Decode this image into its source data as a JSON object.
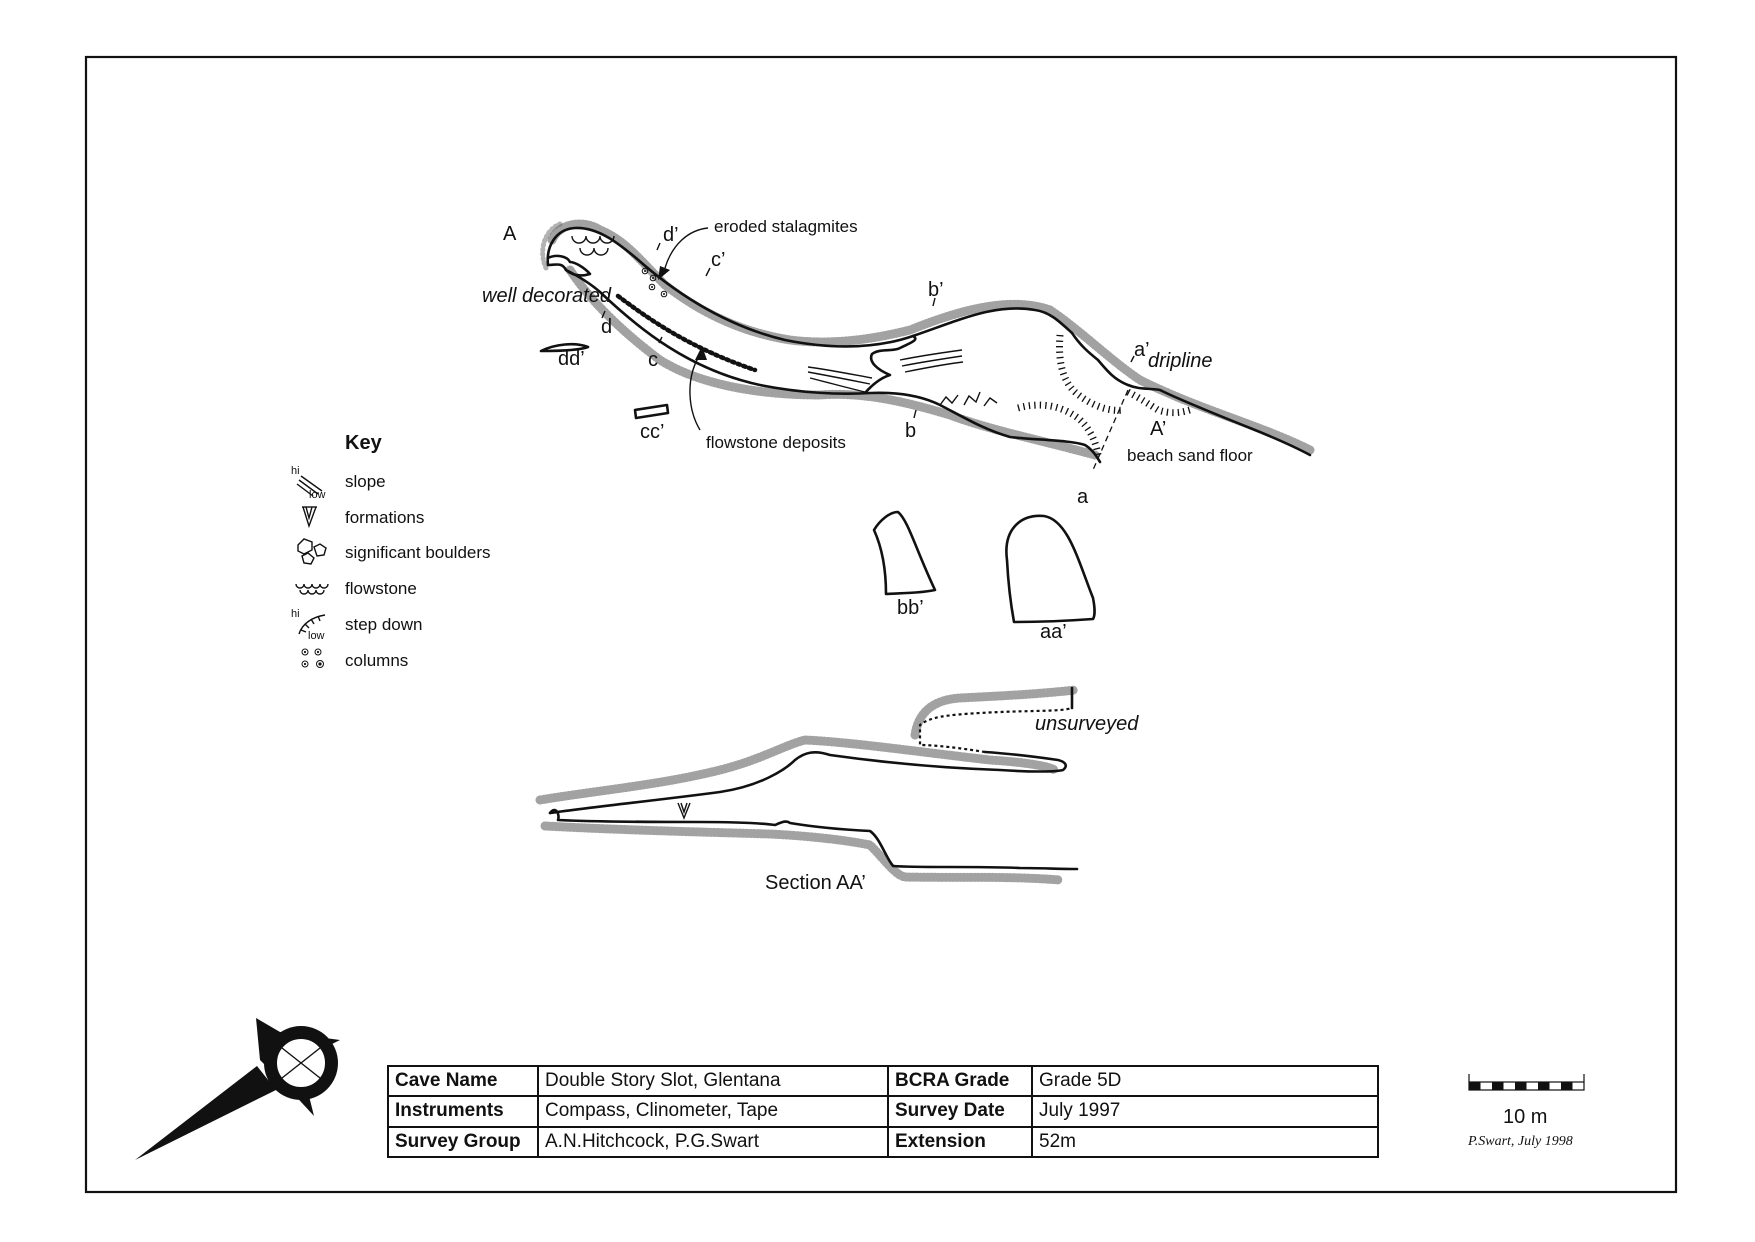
{
  "plan_labels": {
    "entrance_a": "A",
    "entrance_a_prime": "A’",
    "d_prime": "d’",
    "d": "d",
    "c_prime": "c’",
    "c": "c",
    "b_prime": "b’",
    "b": "b",
    "a_prime": "a’",
    "eroded_stalagmites": "eroded stalagmites",
    "well_decorated": "well decorated",
    "flowstone_deposits": "flowstone deposits",
    "dripline": "dripline",
    "beach_sand_floor": "beach sand floor"
  },
  "cross_sections": {
    "dd": "dd’",
    "cc": "cc’",
    "bb": "bb’",
    "aa": "aa’",
    "a_top": "a"
  },
  "section": {
    "title": "Section AA’",
    "unsurveyed": "unsurveyed"
  },
  "key": {
    "title": "Key",
    "hi": "hi",
    "low": "low",
    "items": [
      {
        "icon": "slope-icon",
        "label": "slope"
      },
      {
        "icon": "formations-icon",
        "label": "formations"
      },
      {
        "icon": "boulders-icon",
        "label": "significant boulders"
      },
      {
        "icon": "flowstone-icon",
        "label": "flowstone"
      },
      {
        "icon": "step-down-icon",
        "label": "step down"
      },
      {
        "icon": "columns-icon",
        "label": "columns"
      }
    ]
  },
  "info_table": {
    "rows": [
      {
        "label1": "Cave Name",
        "value1": "Double Story Slot, Glentana",
        "label2": "BCRA Grade",
        "value2": "Grade 5D"
      },
      {
        "label1": "Instruments",
        "value1": "Compass, Clinometer, Tape",
        "label2": "Survey Date",
        "value2": "July 1997"
      },
      {
        "label1": "Survey Group",
        "value1": "A.N.Hitchcock, P.G.Swart",
        "label2": "Extension",
        "value2": "52m"
      }
    ]
  },
  "scale": {
    "label": "10 m",
    "signature": "P.Swart, July 1998"
  },
  "north_arrow_icon": "north-arrow-icon"
}
